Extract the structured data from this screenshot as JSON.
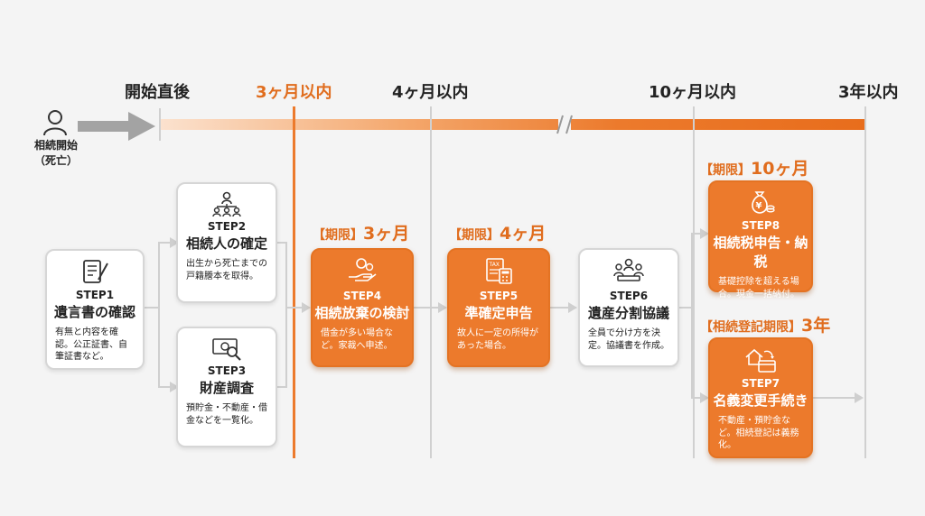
{
  "timeline": {
    "milestones": [
      "開始直後",
      "3ヶ月以内",
      "4ヶ月以内",
      "10ヶ月以内",
      "3年以内"
    ],
    "start_label_line1": "相続開始",
    "start_label_line2": "（死亡）",
    "accent_color": "#ec7a2c"
  },
  "steps": {
    "step1": {
      "no": "STEP1",
      "title": "遺言書の確認",
      "desc": "有無と内容を確認。公正証書、自筆証書など。",
      "icon": "scroll-pen-icon"
    },
    "step2": {
      "no": "STEP2",
      "title": "相続人の確定",
      "desc": "出生から死亡までの戸籍謄本を取得。",
      "icon": "family-tree-icon"
    },
    "step3": {
      "no": "STEP3",
      "title": "財産調査",
      "desc": "預貯金・不動産・借金などを一覧化。",
      "icon": "money-search-icon"
    },
    "step4": {
      "no": "STEP4",
      "title": "相続放棄の検討",
      "desc": "借金が多い場合など。家裁へ申述。",
      "icon": "coins-hand-icon",
      "deadline_bracket": "【期限】",
      "deadline_value": "3ヶ月"
    },
    "step5": {
      "no": "STEP5",
      "title": "準確定申告",
      "desc": "故人に一定の所得があった場合。",
      "icon": "tax-calculator-icon",
      "deadline_bracket": "【期限】",
      "deadline_value": "4ヶ月"
    },
    "step6": {
      "no": "STEP6",
      "title": "遺産分割協議",
      "desc": "全員で分け方を決定。協議書を作成。",
      "icon": "meeting-icon"
    },
    "step7": {
      "no": "STEP7",
      "title": "名義変更手続き",
      "desc": "不動産・預貯金など。相続登記は義務化。",
      "icon": "house-card-icon",
      "deadline_bracket": "【相続登記期限】",
      "deadline_value": "3年"
    },
    "step8": {
      "no": "STEP8",
      "title": "相続税申告・納税",
      "desc": "基礎控除を超える場合。現金一括納付。",
      "icon": "yen-bag-icon",
      "deadline_bracket": "【期限】",
      "deadline_value": "10ヶ月"
    }
  }
}
